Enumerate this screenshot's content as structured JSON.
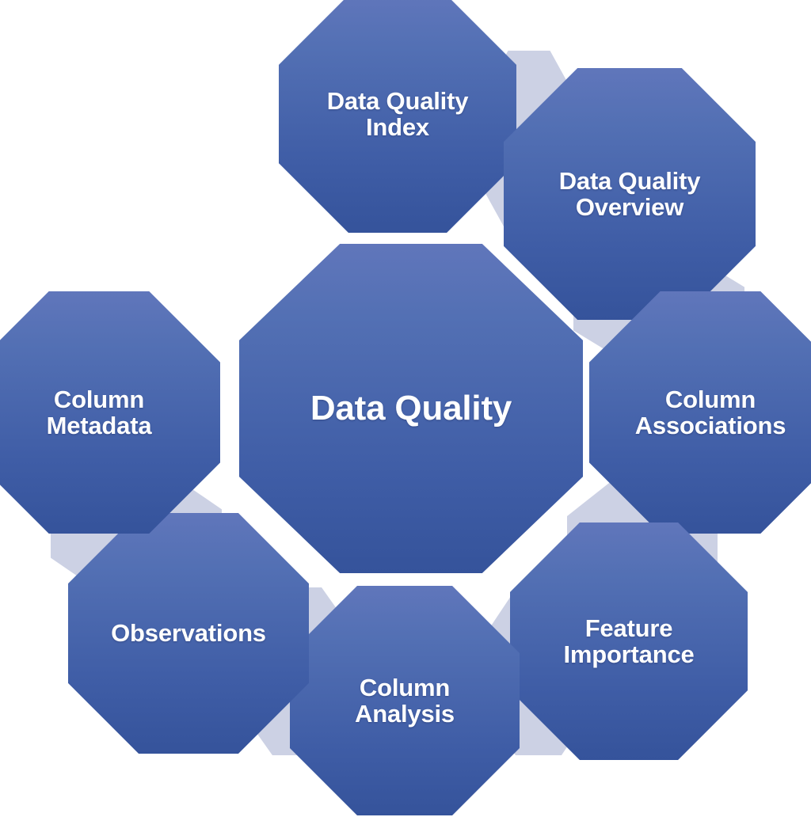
{
  "diagram": {
    "title": "Data Quality",
    "type": "radial-octagon-cluster",
    "center": {
      "label": "Data Quality",
      "name": "data-quality"
    },
    "nodes": [
      {
        "label": "Data Quality\nIndex",
        "name": "data-quality-index",
        "position": "top"
      },
      {
        "label": "Data Quality\nOverview",
        "name": "data-quality-overview",
        "position": "top-right"
      },
      {
        "label": "Column\nAssociations",
        "name": "column-associations",
        "position": "right"
      },
      {
        "label": "Feature\nImportance",
        "name": "feature-importance",
        "position": "bottom-right"
      },
      {
        "label": "Column\nAnalysis",
        "name": "column-analysis",
        "position": "bottom"
      },
      {
        "label": "Observations",
        "name": "observations",
        "position": "bottom-left"
      },
      {
        "label": "Column\nMetadata",
        "name": "column-metadata",
        "position": "left"
      }
    ],
    "colors": {
      "node_gradient_top": "#6076bb",
      "node_gradient_bottom": "#35539b",
      "connector": "#ccd1e4",
      "label_text": "#ffffff",
      "background": "#ffffff"
    }
  }
}
